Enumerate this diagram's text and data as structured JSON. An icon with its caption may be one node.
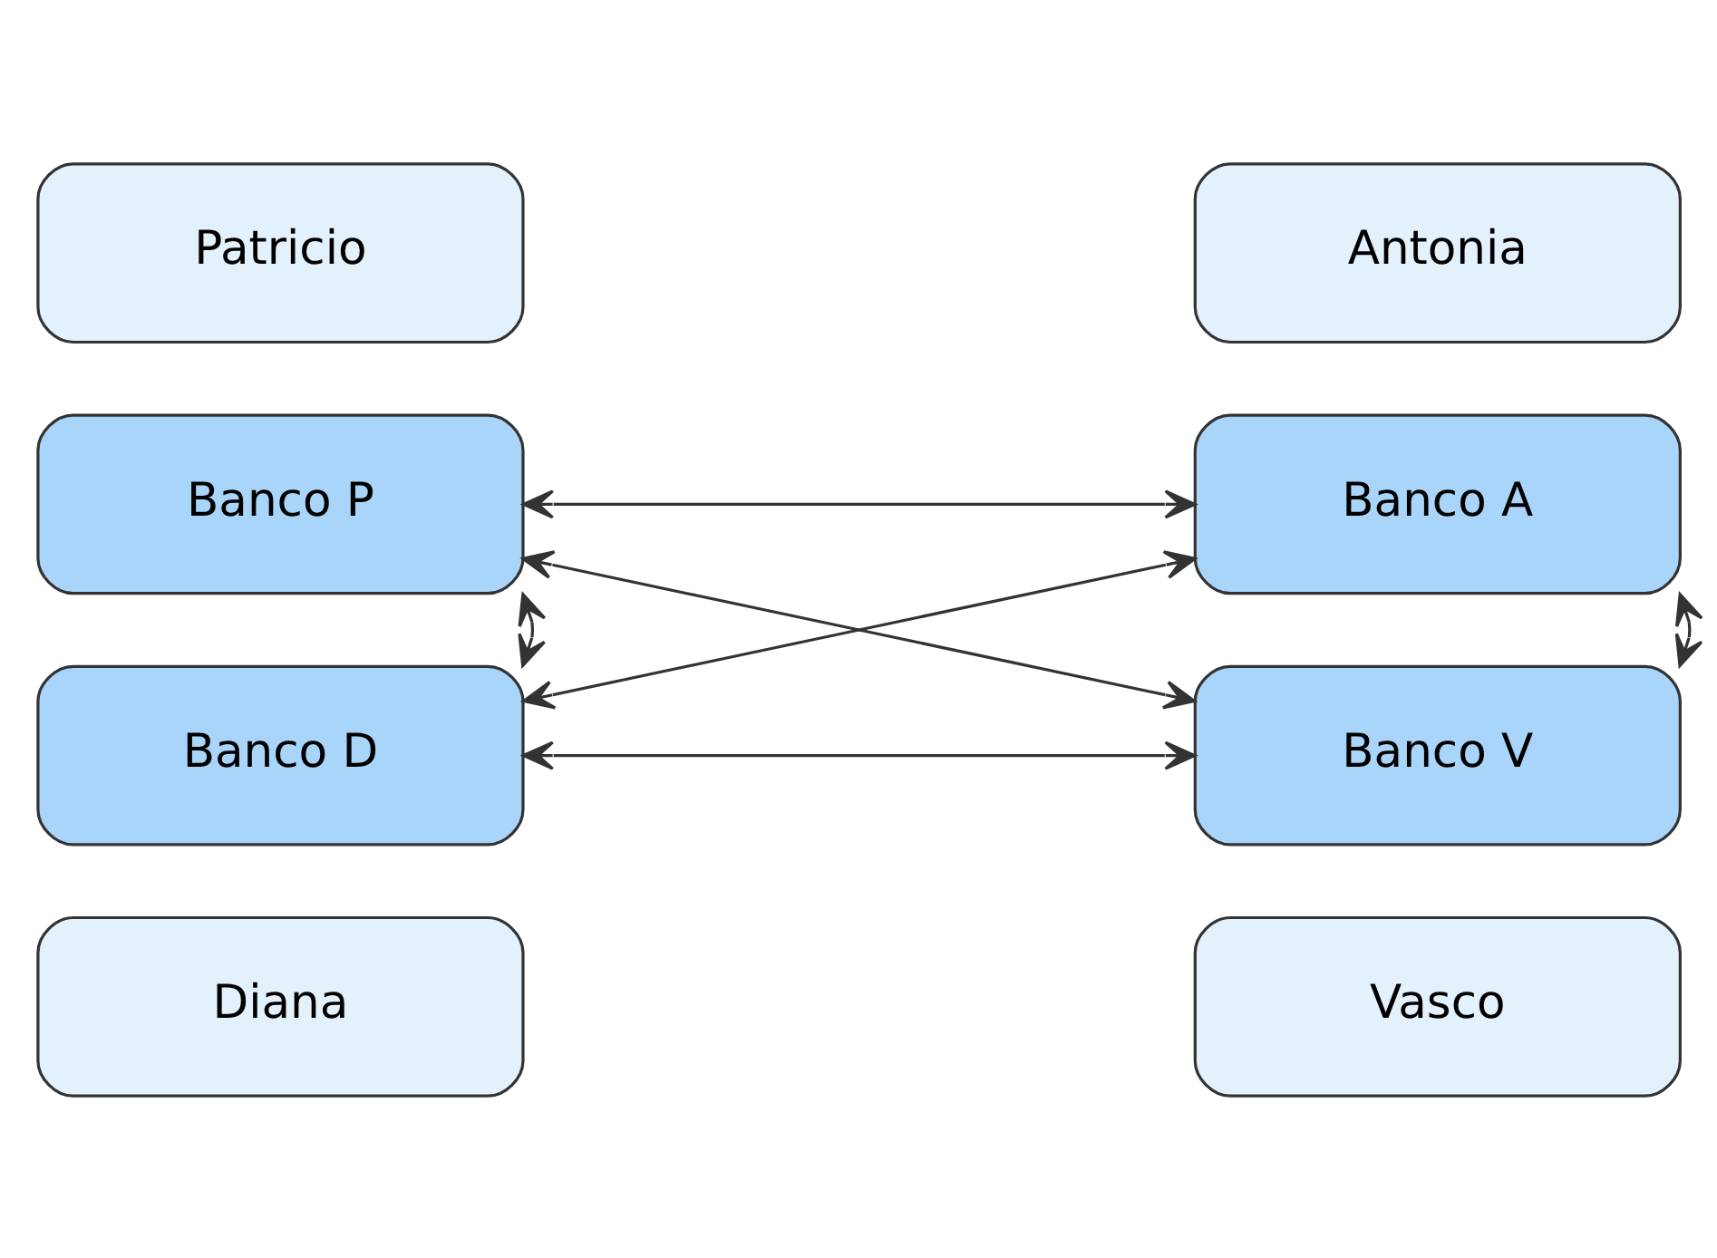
{
  "diagram": {
    "nodes": [
      {
        "text": [
          "Patricio"
        ]
      },
      {
        "text": [
          "Antonia"
        ]
      },
      {
        "text": [
          "Banco P"
        ]
      },
      {
        "text": [
          "Banco A"
        ]
      },
      {
        "text": [
          "Banco D"
        ]
      },
      {
        "text": [
          "Banco V"
        ]
      },
      {
        "text": [
          "Diana"
        ]
      },
      {
        "text": [
          "Vasco"
        ]
      }
    ],
    "edges": [
      {
        "from": 2,
        "to": 3,
        "arrow": "both"
      },
      {
        "from": 2,
        "to": 4,
        "arrow": "both"
      },
      {
        "from": 2,
        "to": 5,
        "arrow": "both"
      },
      {
        "from": 3,
        "to": 4,
        "arrow": "both"
      },
      {
        "from": 3,
        "to": 5,
        "arrow": "both"
      },
      {
        "from": 4,
        "to": 5,
        "arrow": "both"
      }
    ]
  }
}
